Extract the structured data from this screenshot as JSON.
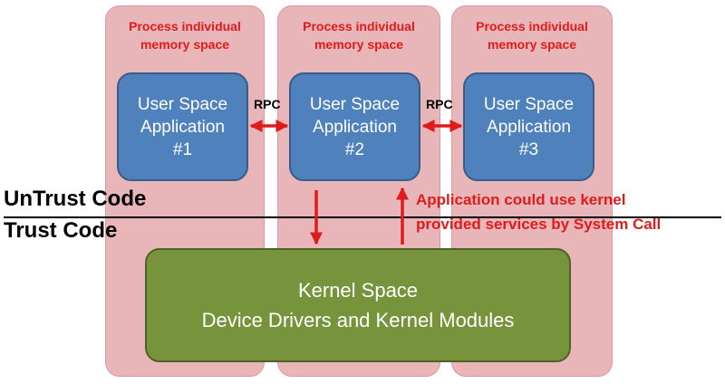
{
  "processes": [
    {
      "label": "Process individual\nmemory space"
    },
    {
      "label": "Process individual\nmemory space"
    },
    {
      "label": "Process individual\nmemory space"
    }
  ],
  "apps": [
    {
      "line1": "User Space",
      "line2": "Application",
      "line3": "#1"
    },
    {
      "line1": "User Space",
      "line2": "Application",
      "line3": "#2"
    },
    {
      "line1": "User Space",
      "line2": "Application",
      "line3": "#3"
    }
  ],
  "rpc": [
    "RPC",
    "RPC"
  ],
  "kernel": {
    "line1": "Kernel Space",
    "line2": "Device Drivers and Kernel Modules"
  },
  "untrust_label": "UnTrust Code",
  "trust_label": "Trust Code",
  "note": {
    "line1": "Application could use kernel",
    "line2": "provided services by System Call"
  },
  "colors": {
    "process_bg": "#e8b5b8",
    "app_bg": "#4f81bd",
    "kernel_bg": "#77933c",
    "arrow": "#e01b1b"
  }
}
